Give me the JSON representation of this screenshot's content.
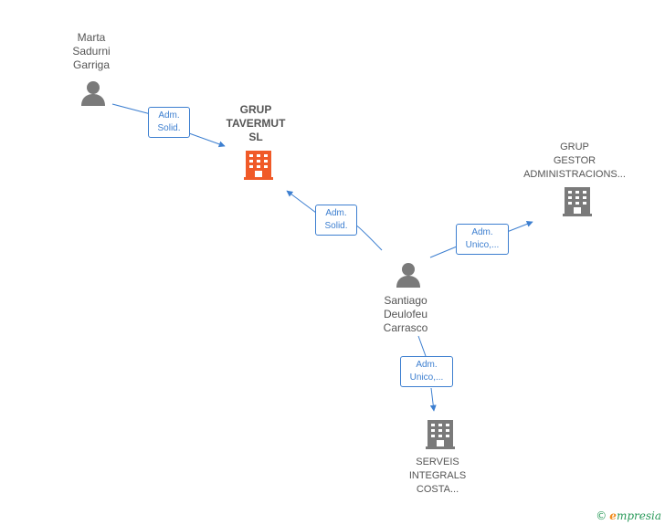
{
  "nodes": {
    "marta": {
      "lines": [
        "Marta",
        "Sadurni",
        "Garriga"
      ],
      "type": "person"
    },
    "grup_tavermut": {
      "lines": [
        "GRUP",
        "TAVERMUT",
        "SL"
      ],
      "type": "company-main"
    },
    "grup_gestor": {
      "lines": [
        "GRUP",
        "GESTOR",
        "ADMINISTRACIONS..."
      ],
      "type": "company"
    },
    "santiago": {
      "lines": [
        "Santiago",
        "Deulofeu",
        "Carrasco"
      ],
      "type": "person"
    },
    "serveis": {
      "lines": [
        "SERVEIS",
        "INTEGRALS",
        "COSTA..."
      ],
      "type": "company"
    }
  },
  "edges": {
    "marta_tavermut": {
      "lines": [
        "Adm.",
        "Solid."
      ]
    },
    "santiago_tavermut": {
      "lines": [
        "Adm.",
        "Solid."
      ]
    },
    "santiago_gestor": {
      "lines": [
        "Adm.",
        "Unico,..."
      ]
    },
    "santiago_serveis": {
      "lines": [
        "Adm.",
        "Unico,..."
      ]
    }
  },
  "colors": {
    "edge": "#3d7fd0",
    "person": "#7a7a7a",
    "company": "#7a7a7a",
    "company_main": "#f05a28"
  },
  "brand": {
    "copyright": "©",
    "first_letter": "e",
    "rest": "mpresia"
  }
}
